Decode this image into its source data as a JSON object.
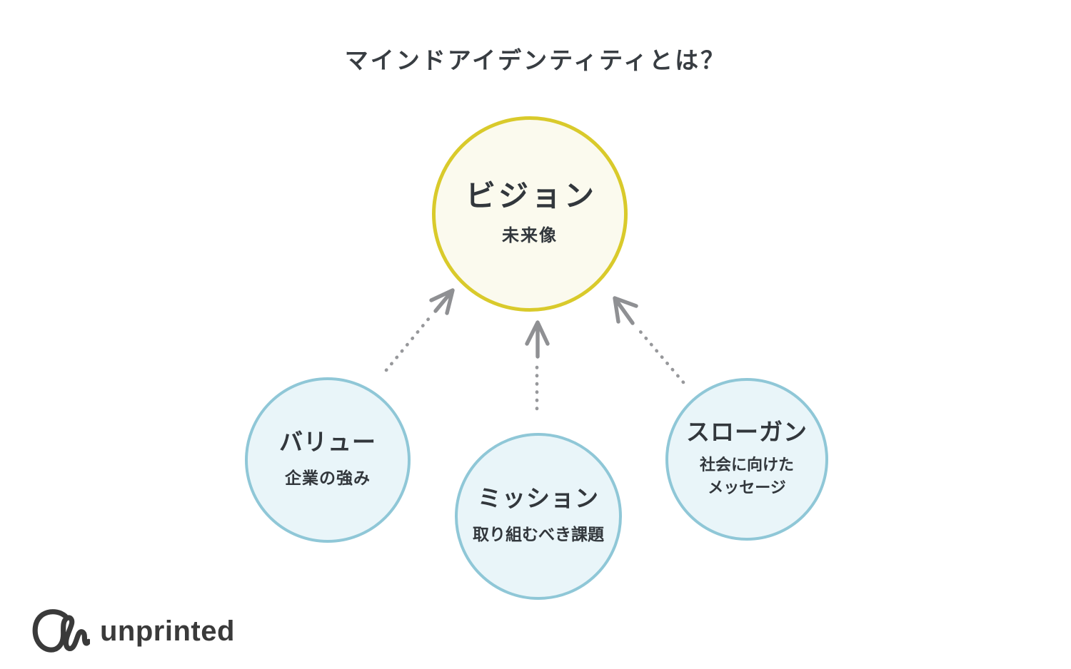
{
  "title": "マインドアイデンティティとは？",
  "nodes": {
    "vision": {
      "label": "ビジョン",
      "description": "未来像"
    },
    "value": {
      "label": "バリュー",
      "description": "企業の強み"
    },
    "mission": {
      "label": "ミッション",
      "description": "取り組むべき課題"
    },
    "slogan": {
      "label": "スローガン",
      "description": "社会に向けた\nメッセージ"
    }
  },
  "edges": [
    {
      "from": "value",
      "to": "vision",
      "style": "dotted-arrow"
    },
    {
      "from": "mission",
      "to": "vision",
      "style": "dotted-arrow"
    },
    {
      "from": "slogan",
      "to": "vision",
      "style": "dotted-arrow"
    }
  ],
  "colors": {
    "vision_border": "#d9ca2b",
    "vision_fill": "#fbfaee",
    "sub_border": "#8fc7d7",
    "sub_fill": "#e9f5f9",
    "arrow": "#97989b",
    "text": "#32373c",
    "background": "#ffffff"
  },
  "logo": {
    "brand": "unprinted"
  }
}
